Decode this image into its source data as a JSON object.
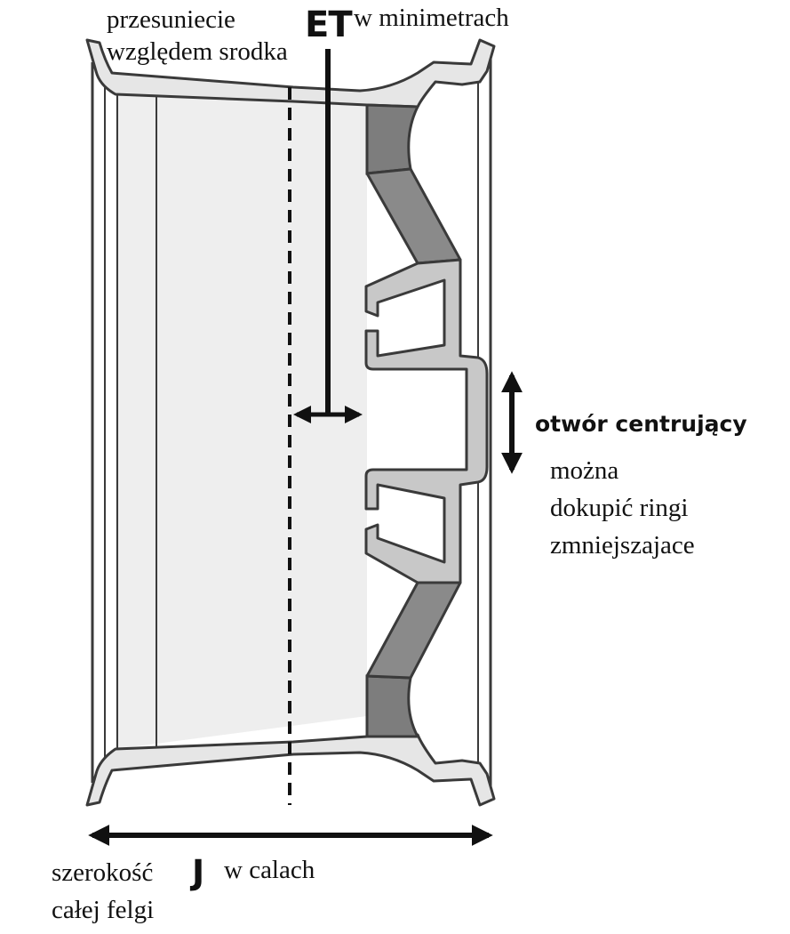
{
  "labels": {
    "offset_line1": "przesuniecie",
    "offset_line2": "względem srodka",
    "et_symbol": "ET",
    "et_unit": "w minimetrach",
    "center_bore": "otwór centrujący",
    "rings_line1": "można",
    "rings_line2": "dokupić ringi",
    "rings_line3": "zmniejszajace",
    "width_line1": "szerokość",
    "width_line2": "całej felgi",
    "j_symbol": "J",
    "j_unit": "w calach"
  },
  "colors": {
    "outline": "#3a3a3a",
    "rim_fill": "#e6e6e6",
    "spoke_fill": "#7d7d7d",
    "hub_fill": "#c8c8c8",
    "arrow": "#111111"
  }
}
